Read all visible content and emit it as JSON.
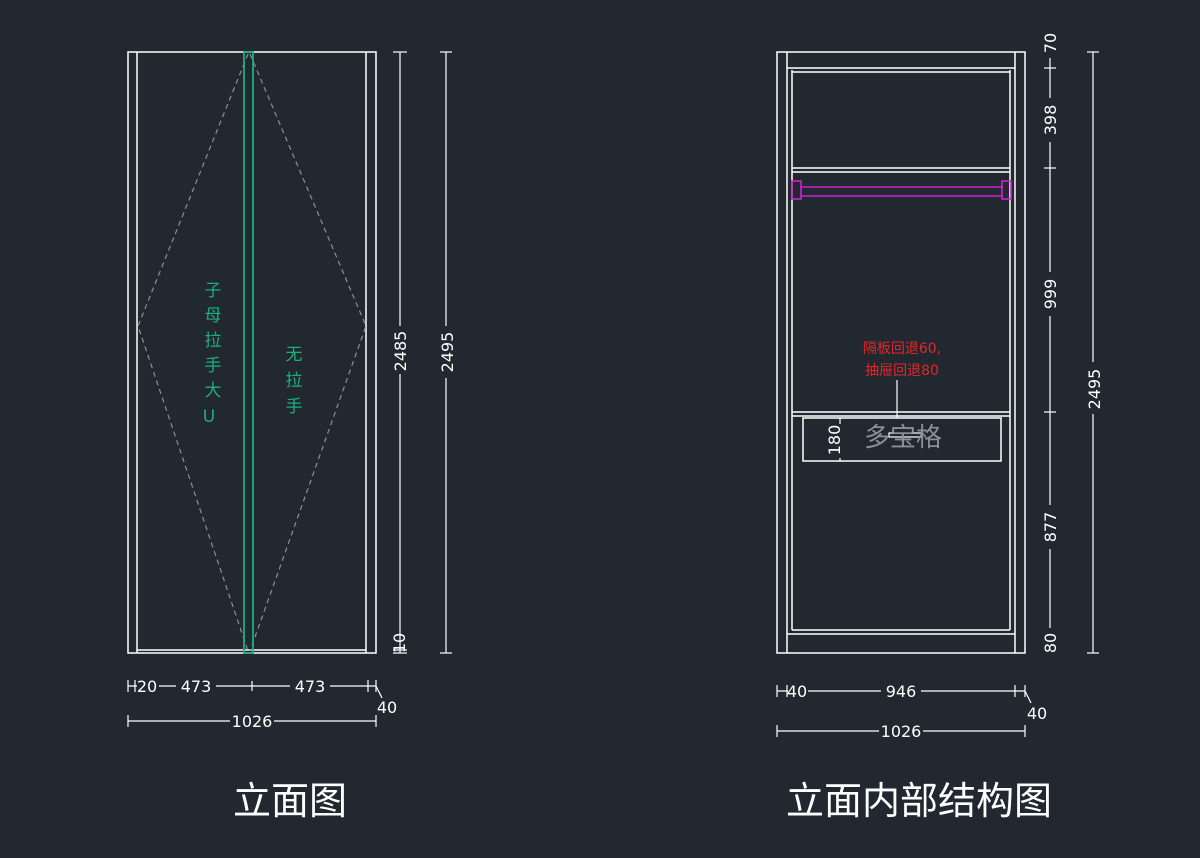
{
  "colors": {
    "background": "#212830",
    "line": "#ffffff",
    "dashed": "#8a9099",
    "green": "#1fae7a",
    "magenta": "#d020d0",
    "red": "#e3262a",
    "gray_text": "#8a9099"
  },
  "front_view": {
    "title": "立面图",
    "left_door_label": [
      "子",
      "母",
      "拉",
      "手",
      "大",
      "U"
    ],
    "right_door_label": [
      "无",
      "拉",
      "手"
    ],
    "dims": {
      "height_inner": "2485",
      "height_total": "2495",
      "bottom_small": "10",
      "width_left_edge": "20",
      "door_left": "473",
      "door_right": "473",
      "side_right": "40",
      "width_total": "1026"
    }
  },
  "interior_view": {
    "title": "立面内部结构图",
    "note_line1": "隔板回退60,",
    "note_line2": "抽屉回退80",
    "shelf_label": "多宝格",
    "shelf_height": "180",
    "dims": {
      "top": "70",
      "upper": "398",
      "middle": "999",
      "lower": "877",
      "bottom": "80",
      "height_total": "2495",
      "side_left": "40",
      "inner_width": "946",
      "side_right": "40",
      "width_total": "1026"
    }
  }
}
